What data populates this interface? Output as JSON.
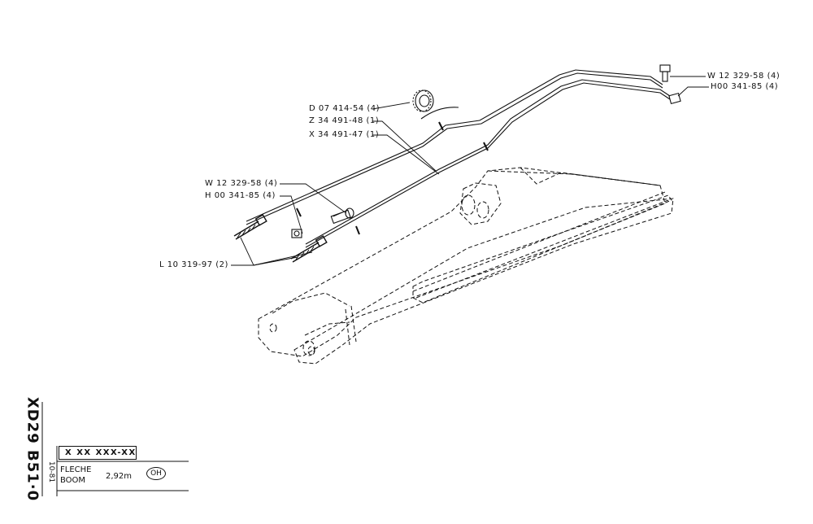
{
  "callouts": {
    "w_top": "W 12 329-58 (4)",
    "h_top": "H00 341-85 (4)",
    "d": "D 07 414-54 (4)",
    "z": "Z 34 491-48 (1)",
    "x": "X 34 491-47 (1)",
    "w_left": "W 12 329-58 (4)",
    "h_left": "H 00 341-85 (4)",
    "l": "L 10 319-97 (2)"
  },
  "title_block": {
    "plate_number": "XD29 B51·0",
    "date": "10-81",
    "serial_code": "X XX XXX-XX",
    "name_fr": "FLECHE",
    "name_en": "BOOM",
    "length": "2,92m",
    "badge": "OH"
  }
}
